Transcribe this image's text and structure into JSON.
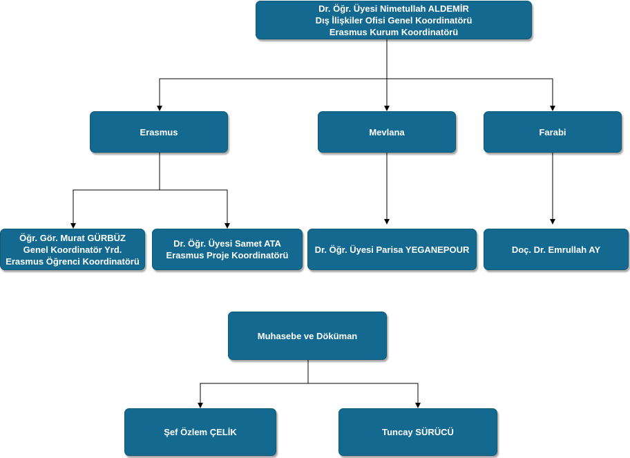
{
  "nodes": {
    "root": {
      "lines": [
        "Dr. Öğr. Üyesi Nimetullah ALDEMİR",
        "Dış İlişkiler Ofisi Genel Koordinatörü",
        "Erasmus Kurum Koordinatörü"
      ]
    },
    "erasmus": {
      "lines": [
        "Erasmus"
      ]
    },
    "mevlana": {
      "lines": [
        "Mevlana"
      ]
    },
    "farabi": {
      "lines": [
        "Farabi"
      ]
    },
    "gurbuz": {
      "lines": [
        "Öğr. Gör. Murat GÜRBÜZ",
        "Genel Koordinatör Yrd.",
        "Erasmus Öğrenci Koordinatörü"
      ]
    },
    "ata": {
      "lines": [
        "Dr. Öğr. Üyesi Samet ATA",
        "Erasmus Proje Koordinatörü"
      ]
    },
    "yeganepour": {
      "lines": [
        "Dr. Öğr. Üyesi Parisa YEGANEPOUR"
      ]
    },
    "ay": {
      "lines": [
        "Doç. Dr. Emrullah AY"
      ]
    },
    "muhasebe": {
      "lines": [
        "Muhasebe ve Döküman"
      ]
    },
    "celik": {
      "lines": [
        "Şef Özlem ÇELİK"
      ]
    },
    "surucu": {
      "lines": [
        "Tuncay SÜRÜCÜ"
      ]
    }
  },
  "colors": {
    "node_fill": "#13698f",
    "node_text": "#ffffff",
    "connector": "#000000"
  }
}
